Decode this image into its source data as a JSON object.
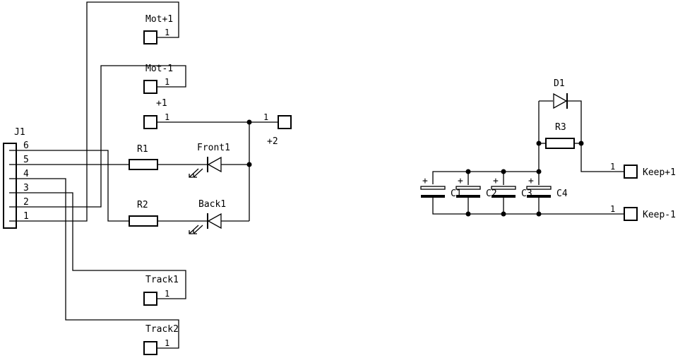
{
  "labels": {
    "j1": "J1",
    "pin6": "6",
    "pin5": "5",
    "pin4": "4",
    "pin3": "3",
    "pin2": "2",
    "pin1": "1",
    "mot_p": "Mot+1",
    "mot_m": "Mot-1",
    "p1": "+1",
    "p2": "+2",
    "r1": "R1",
    "r2": "R2",
    "front": "Front1",
    "back": "Back1",
    "track1": "Track1",
    "track2": "Track2",
    "d1": "D1",
    "r3": "R3",
    "c1": "C1",
    "c2": "C2",
    "c3": "C3",
    "c4": "C4",
    "plus": "+",
    "keep_p": "Keep+1",
    "keep_m": "Keep-1",
    "one": "1"
  }
}
